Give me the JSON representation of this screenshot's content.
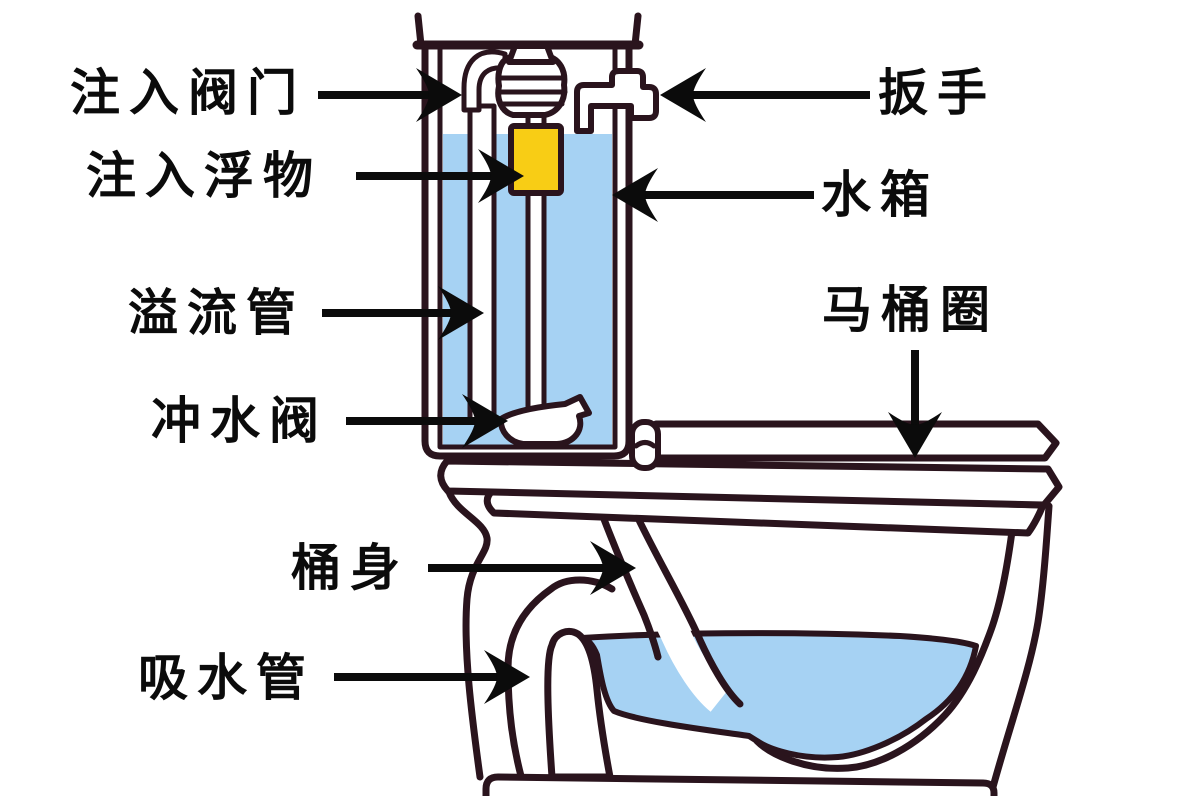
{
  "diagram": {
    "colors": {
      "outline": "#2a141d",
      "water": "#a6d2f3",
      "float_yellow": "#f8cd15",
      "arrow": "#0b0b0b",
      "label_text": "#0b0b0b",
      "background": "#ffffff"
    },
    "labels": [
      {
        "id": "fill-valve",
        "text": "注入阀门"
      },
      {
        "id": "fill-float",
        "text": "注入浮物"
      },
      {
        "id": "overflow-pipe",
        "text": "溢流管"
      },
      {
        "id": "flush-valve",
        "text": "冲水阀"
      },
      {
        "id": "bowl-body",
        "text": "桶身"
      },
      {
        "id": "siphon-pipe",
        "text": "吸水管"
      },
      {
        "id": "handle",
        "text": "扳手"
      },
      {
        "id": "tank",
        "text": "水箱"
      },
      {
        "id": "toilet-seat",
        "text": "马桶圈"
      }
    ]
  }
}
